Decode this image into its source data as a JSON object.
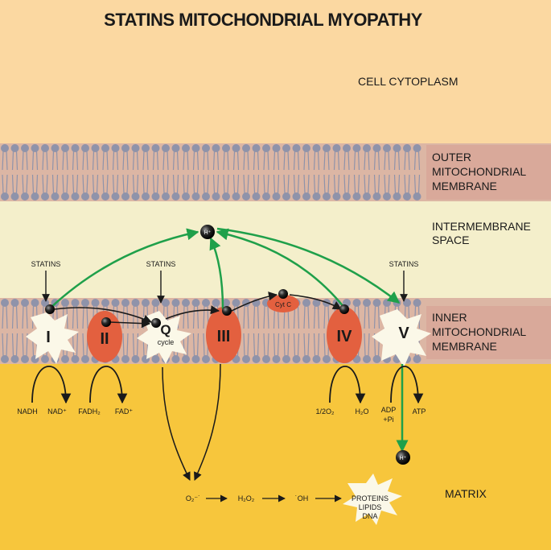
{
  "title": "STATINS MITOCHONDRIAL MYOPATHY",
  "regions": {
    "cytoplasm": "CELL CYTOPLASM",
    "outer_membrane": [
      "OUTER",
      "MITOCHONDRIAL",
      "MEMBRANE"
    ],
    "intermembrane": [
      "INTERMEMBRANE",
      "SPACE"
    ],
    "inner_membrane": [
      "INNER",
      "MITOCHONDRIAL",
      "MEMBRANE"
    ],
    "matrix": "MATRIX"
  },
  "statins_label": "STATINS",
  "complexes": {
    "c1": "I",
    "c2": "II",
    "q": "Q",
    "q_sub": "cycle",
    "c3": "III",
    "cytc": "Cyt C",
    "c4": "IV",
    "c5": "V"
  },
  "proton": "H⁺",
  "substrates": {
    "nadh": "NADH",
    "nad": "NAD⁺",
    "fadh2": "FADH₂",
    "fad": "FAD⁺",
    "o2": "1/2O₂",
    "h2o": "H₂O",
    "adp": "ADP",
    "pi": "+Pi",
    "atp": "ATP"
  },
  "ros": {
    "superoxide": "O₂⁻˙",
    "peroxide": "H₂O₂",
    "hydroxyl": "˙OH",
    "targets": [
      "PROTEINS",
      "LIPIDS",
      "DNA"
    ]
  },
  "colors": {
    "cytoplasm": "#fbd8a1",
    "outer_membrane": "#dcb6a4",
    "intermembrane": "#f4efcb",
    "matrix": "#f7c63c",
    "complex_red": "#e3603f",
    "complex_white": "#fbf8e8",
    "green": "#1fa04a",
    "lipid_head": "#8f93aa"
  }
}
